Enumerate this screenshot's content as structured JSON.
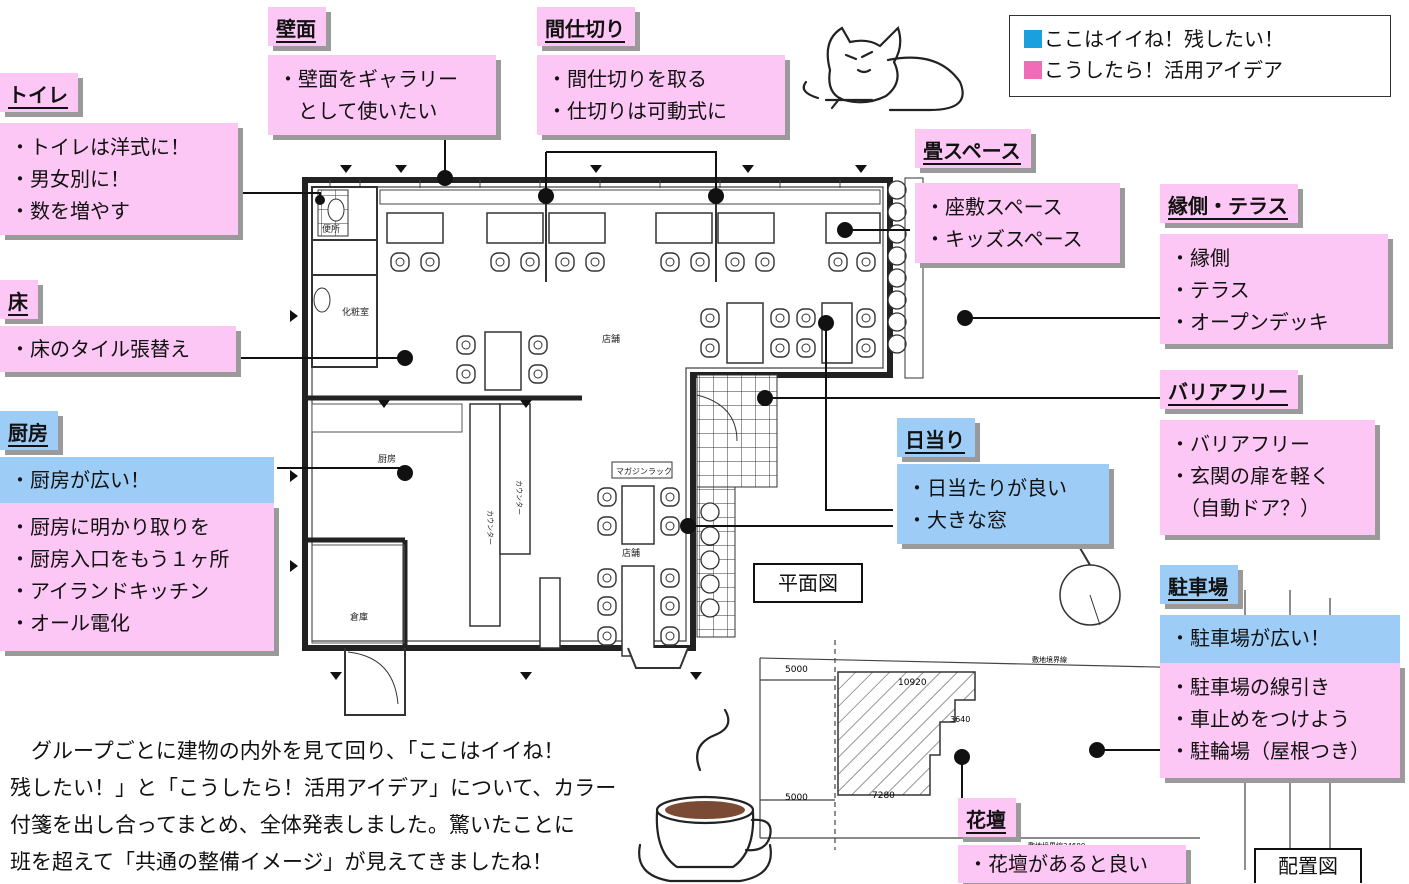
{
  "legend": {
    "keep": "ここはイイね！残したい！",
    "idea": "こうしたら！活用アイデア",
    "keep_color": "#1aa0dc",
    "idea_color": "#f06bb8"
  },
  "notes": {
    "toilet": {
      "title": "トイレ",
      "lines": [
        "・トイレは洋式に！",
        "・男女別に！",
        "・数を増やす"
      ]
    },
    "wall": {
      "title": "壁面",
      "lines": [
        "・壁面をギャラリー",
        "　として使いたい"
      ]
    },
    "partition": {
      "title": "間仕切り",
      "lines": [
        "・間仕切りを取る",
        "・仕切りは可動式に"
      ]
    },
    "tatami": {
      "title": "畳スペース",
      "lines": [
        "・座敷スペース",
        "・キッズスペース"
      ]
    },
    "engawa": {
      "title": "縁側・テラス",
      "lines": [
        "・縁側",
        "・テラス",
        "・オープンデッキ"
      ]
    },
    "floor": {
      "title": "床",
      "lines": [
        "・床のタイル張替え"
      ]
    },
    "kitchen": {
      "title": "厨房",
      "good": "・厨房が広い！",
      "lines": [
        "・厨房に明かり取りを",
        "・厨房入口をもう１ヶ所",
        "・アイランドキッチン",
        "・オール電化"
      ]
    },
    "barrierfree": {
      "title": "バリアフリー",
      "lines": [
        "・バリアフリー",
        "・玄関の扉を軽く",
        "　（自動ドア？）"
      ]
    },
    "sunlight": {
      "title": "日当り",
      "lines": [
        "・日当たりが良い",
        "・大きな窓"
      ]
    },
    "parking": {
      "title": "駐車場",
      "good": "・駐車場が広い！",
      "lines": [
        "・駐車場の線引き",
        "・車止めをつけよう",
        "・駐輪場（屋根つき）"
      ]
    },
    "flowerbed": {
      "title": "花壇",
      "lines": [
        "・花壇があると良い"
      ]
    }
  },
  "labels": {
    "floor_plan": "平面図",
    "site_plan": "配置図"
  },
  "body_text": [
    "　グループごとに建物の内外を見て回り、「ここはイイね！",
    "残したい！」と「こうしたら！活用アイデア」について、カラー",
    "付箋を出し合ってまとめ、全体発表しました。驚いたことに",
    "班を超えて「共通の整備イメージ」が見えてきましたね！"
  ],
  "plan_text": {
    "shop1": "店舗",
    "shop2": "店舗",
    "kitchen": "厨房",
    "storage": "倉庫",
    "powder": "化粧室",
    "wc": "便所",
    "magazine": "マガジンラック",
    "counter1": "カウンター",
    "counter2": "カウンター",
    "site1": "5000",
    "site2": "10920",
    "site3": "3640",
    "site4": "5000",
    "site5": "7280",
    "site6": "敷地境界線",
    "site7": "敷地境界線34600"
  }
}
